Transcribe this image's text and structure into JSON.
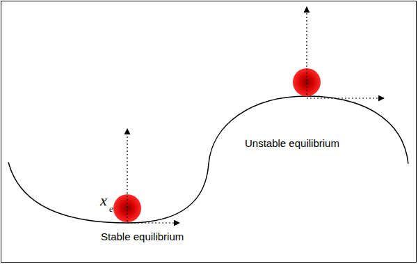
{
  "diagram": {
    "labels": [
      "x",
      "e",
      "Stable equilibrium",
      "Unstable equilibrium"
    ]
  }
}
